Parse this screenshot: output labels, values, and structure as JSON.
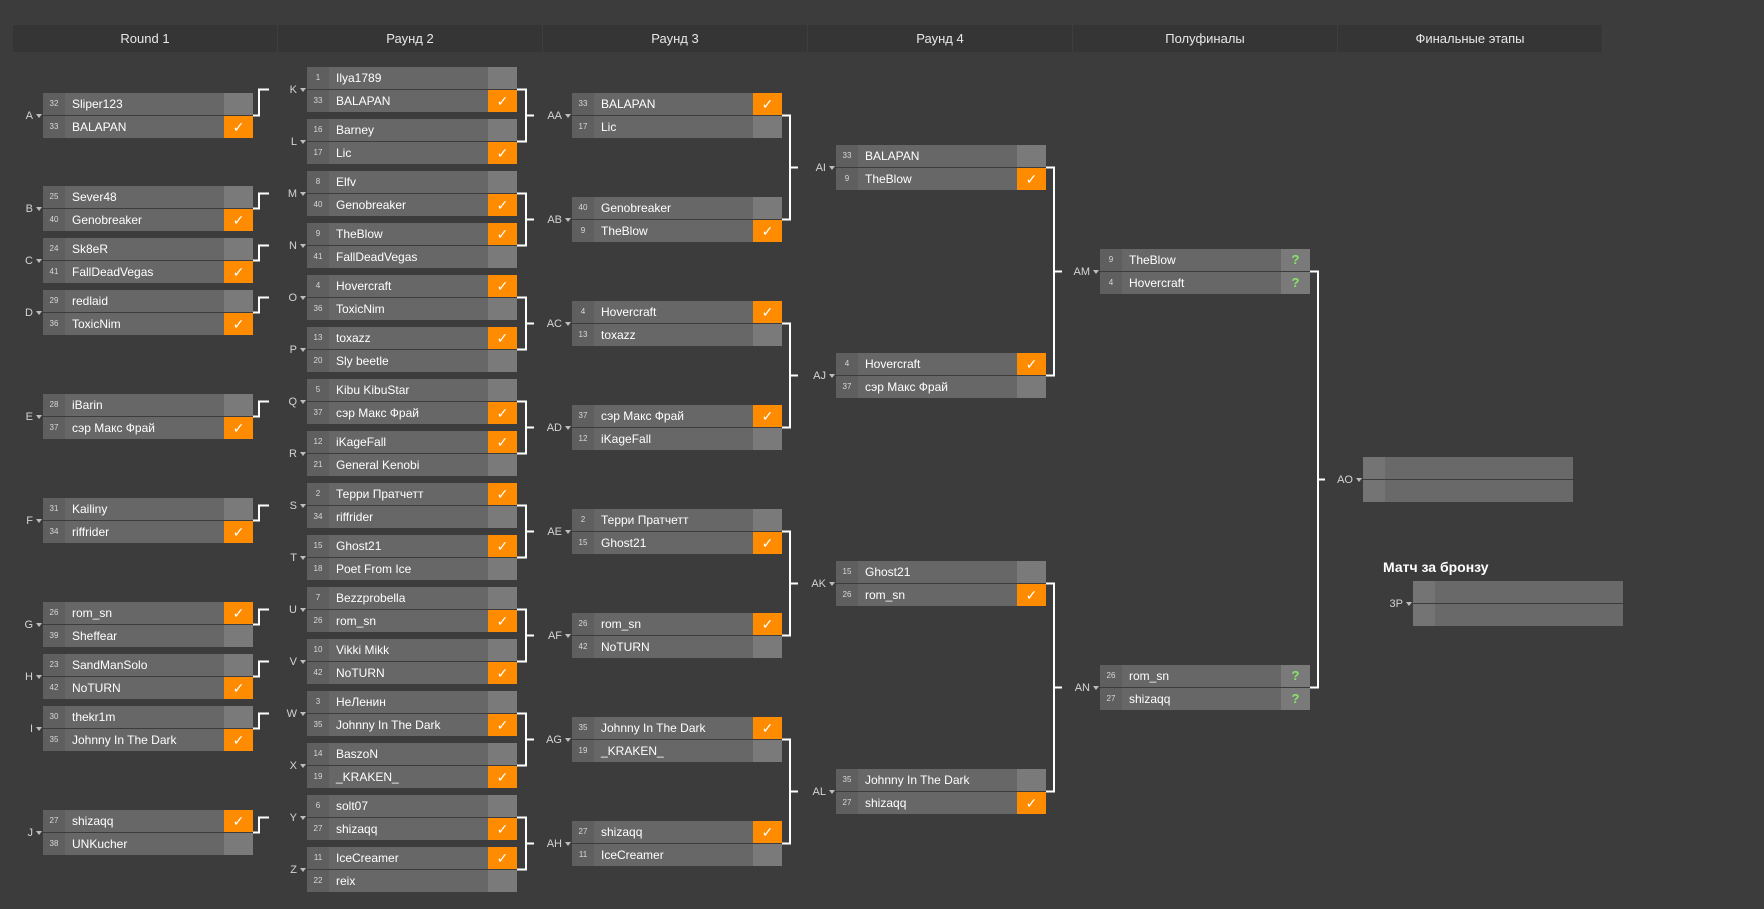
{
  "rounds": [
    "Round 1",
    "Раунд 2",
    "Раунд 3",
    "Раунд 4",
    "Полуфиналы",
    "Финальные этапы"
  ],
  "bronze_title": "Матч за бронзу",
  "check_mark": "✓",
  "unknown_mark": "?",
  "matches": [
    {
      "id": "A",
      "round": 1,
      "players": [
        {
          "seed": "32",
          "name": "Sliper123",
          "result": "lose"
        },
        {
          "seed": "33",
          "name": "BALAPAN",
          "result": "win"
        }
      ]
    },
    {
      "id": "B",
      "round": 1,
      "players": [
        {
          "seed": "25",
          "name": "Sever48",
          "result": "lose"
        },
        {
          "seed": "40",
          "name": "Genobreaker",
          "result": "win"
        }
      ]
    },
    {
      "id": "C",
      "round": 1,
      "players": [
        {
          "seed": "24",
          "name": "Sk8eR",
          "result": "lose"
        },
        {
          "seed": "41",
          "name": "FallDeadVegas",
          "result": "win"
        }
      ]
    },
    {
      "id": "D",
      "round": 1,
      "players": [
        {
          "seed": "29",
          "name": "redlaid",
          "result": "lose"
        },
        {
          "seed": "36",
          "name": "ToxicNim",
          "result": "win"
        }
      ]
    },
    {
      "id": "E",
      "round": 1,
      "players": [
        {
          "seed": "28",
          "name": "iBarin",
          "result": "lose"
        },
        {
          "seed": "37",
          "name": "сэр Макс Фрай",
          "result": "win"
        }
      ]
    },
    {
      "id": "F",
      "round": 1,
      "players": [
        {
          "seed": "31",
          "name": "Kailiny",
          "result": "lose"
        },
        {
          "seed": "34",
          "name": "riffrider",
          "result": "win"
        }
      ]
    },
    {
      "id": "G",
      "round": 1,
      "players": [
        {
          "seed": "26",
          "name": "rom_sn",
          "result": "win"
        },
        {
          "seed": "39",
          "name": "Sheffear",
          "result": "lose"
        }
      ]
    },
    {
      "id": "H",
      "round": 1,
      "players": [
        {
          "seed": "23",
          "name": "SandManSolo",
          "result": "lose"
        },
        {
          "seed": "42",
          "name": "NoTURN",
          "result": "win"
        }
      ]
    },
    {
      "id": "I",
      "round": 1,
      "players": [
        {
          "seed": "30",
          "name": "thekr1m",
          "result": "lose"
        },
        {
          "seed": "35",
          "name": "Johnny In The Dark",
          "result": "win"
        }
      ]
    },
    {
      "id": "J",
      "round": 1,
      "players": [
        {
          "seed": "27",
          "name": "shizaqq",
          "result": "win"
        },
        {
          "seed": "38",
          "name": "UNKucher",
          "result": "lose"
        }
      ]
    },
    {
      "id": "K",
      "round": 2,
      "players": [
        {
          "seed": "1",
          "name": "Ilya1789",
          "result": "lose"
        },
        {
          "seed": "33",
          "name": "BALAPAN",
          "result": "win"
        }
      ]
    },
    {
      "id": "L",
      "round": 2,
      "players": [
        {
          "seed": "16",
          "name": "Barney",
          "result": "lose"
        },
        {
          "seed": "17",
          "name": "Lic",
          "result": "win"
        }
      ]
    },
    {
      "id": "M",
      "round": 2,
      "players": [
        {
          "seed": "8",
          "name": "Elfv",
          "result": "lose"
        },
        {
          "seed": "40",
          "name": "Genobreaker",
          "result": "win"
        }
      ]
    },
    {
      "id": "N",
      "round": 2,
      "players": [
        {
          "seed": "9",
          "name": "TheBlow",
          "result": "win"
        },
        {
          "seed": "41",
          "name": "FallDeadVegas",
          "result": "lose"
        }
      ]
    },
    {
      "id": "O",
      "round": 2,
      "players": [
        {
          "seed": "4",
          "name": "Hovercraft",
          "result": "win"
        },
        {
          "seed": "36",
          "name": "ToxicNim",
          "result": "lose"
        }
      ]
    },
    {
      "id": "P",
      "round": 2,
      "players": [
        {
          "seed": "13",
          "name": "toxazz",
          "result": "win"
        },
        {
          "seed": "20",
          "name": "Sly beetle",
          "result": "lose"
        }
      ]
    },
    {
      "id": "Q",
      "round": 2,
      "players": [
        {
          "seed": "5",
          "name": "Kibu KibuStar",
          "result": "lose"
        },
        {
          "seed": "37",
          "name": "сэр Макс Фрай",
          "result": "win"
        }
      ]
    },
    {
      "id": "R",
      "round": 2,
      "players": [
        {
          "seed": "12",
          "name": "iKageFall",
          "result": "win"
        },
        {
          "seed": "21",
          "name": "General Kenobi",
          "result": "lose"
        }
      ]
    },
    {
      "id": "S",
      "round": 2,
      "players": [
        {
          "seed": "2",
          "name": "Терри Пратчетт",
          "result": "win"
        },
        {
          "seed": "34",
          "name": "riffrider",
          "result": "lose"
        }
      ]
    },
    {
      "id": "T",
      "round": 2,
      "players": [
        {
          "seed": "15",
          "name": "Ghost21",
          "result": "win"
        },
        {
          "seed": "18",
          "name": "Poet From Ice",
          "result": "lose"
        }
      ]
    },
    {
      "id": "U",
      "round": 2,
      "players": [
        {
          "seed": "7",
          "name": "Bezzprobella",
          "result": "lose"
        },
        {
          "seed": "26",
          "name": "rom_sn",
          "result": "win"
        }
      ]
    },
    {
      "id": "V",
      "round": 2,
      "players": [
        {
          "seed": "10",
          "name": "Vikki Mikk",
          "result": "lose"
        },
        {
          "seed": "42",
          "name": "NoTURN",
          "result": "win"
        }
      ]
    },
    {
      "id": "W",
      "round": 2,
      "players": [
        {
          "seed": "3",
          "name": "НеЛенин",
          "result": "lose"
        },
        {
          "seed": "35",
          "name": "Johnny In The Dark",
          "result": "win"
        }
      ]
    },
    {
      "id": "X",
      "round": 2,
      "players": [
        {
          "seed": "14",
          "name": "BaszoN",
          "result": "lose"
        },
        {
          "seed": "19",
          "name": "_KRAKEN_",
          "result": "win"
        }
      ]
    },
    {
      "id": "Y",
      "round": 2,
      "players": [
        {
          "seed": "6",
          "name": "solt07",
          "result": "lose"
        },
        {
          "seed": "27",
          "name": "shizaqq",
          "result": "win"
        }
      ]
    },
    {
      "id": "Z",
      "round": 2,
      "players": [
        {
          "seed": "11",
          "name": "IceCreamer",
          "result": "win"
        },
        {
          "seed": "22",
          "name": "reix",
          "result": "lose"
        }
      ]
    },
    {
      "id": "AA",
      "round": 3,
      "players": [
        {
          "seed": "33",
          "name": "BALAPAN",
          "result": "win"
        },
        {
          "seed": "17",
          "name": "Lic",
          "result": "lose"
        }
      ]
    },
    {
      "id": "AB",
      "round": 3,
      "players": [
        {
          "seed": "40",
          "name": "Genobreaker",
          "result": "lose"
        },
        {
          "seed": "9",
          "name": "TheBlow",
          "result": "win"
        }
      ]
    },
    {
      "id": "AC",
      "round": 3,
      "players": [
        {
          "seed": "4",
          "name": "Hovercraft",
          "result": "win"
        },
        {
          "seed": "13",
          "name": "toxazz",
          "result": "lose"
        }
      ]
    },
    {
      "id": "AD",
      "round": 3,
      "players": [
        {
          "seed": "37",
          "name": "сэр Макс Фрай",
          "result": "win"
        },
        {
          "seed": "12",
          "name": "iKageFall",
          "result": "lose"
        }
      ]
    },
    {
      "id": "AE",
      "round": 3,
      "players": [
        {
          "seed": "2",
          "name": "Терри Пратчетт",
          "result": "lose"
        },
        {
          "seed": "15",
          "name": "Ghost21",
          "result": "win"
        }
      ]
    },
    {
      "id": "AF",
      "round": 3,
      "players": [
        {
          "seed": "26",
          "name": "rom_sn",
          "result": "win"
        },
        {
          "seed": "42",
          "name": "NoTURN",
          "result": "lose"
        }
      ]
    },
    {
      "id": "AG",
      "round": 3,
      "players": [
        {
          "seed": "35",
          "name": "Johnny In The Dark",
          "result": "win"
        },
        {
          "seed": "19",
          "name": "_KRAKEN_",
          "result": "lose"
        }
      ]
    },
    {
      "id": "AH",
      "round": 3,
      "players": [
        {
          "seed": "27",
          "name": "shizaqq",
          "result": "win"
        },
        {
          "seed": "11",
          "name": "IceCreamer",
          "result": "lose"
        }
      ]
    },
    {
      "id": "AI",
      "round": 4,
      "players": [
        {
          "seed": "33",
          "name": "BALAPAN",
          "result": "lose"
        },
        {
          "seed": "9",
          "name": "TheBlow",
          "result": "win"
        }
      ]
    },
    {
      "id": "AJ",
      "round": 4,
      "players": [
        {
          "seed": "4",
          "name": "Hovercraft",
          "result": "win"
        },
        {
          "seed": "37",
          "name": "сэр Макс Фрай",
          "result": "lose"
        }
      ]
    },
    {
      "id": "AK",
      "round": 4,
      "players": [
        {
          "seed": "15",
          "name": "Ghost21",
          "result": "lose"
        },
        {
          "seed": "26",
          "name": "rom_sn",
          "result": "win"
        }
      ]
    },
    {
      "id": "AL",
      "round": 4,
      "players": [
        {
          "seed": "35",
          "name": "Johnny In The Dark",
          "result": "lose"
        },
        {
          "seed": "27",
          "name": "shizaqq",
          "result": "win"
        }
      ]
    },
    {
      "id": "AM",
      "round": 5,
      "players": [
        {
          "seed": "9",
          "name": "TheBlow",
          "result": "unknown"
        },
        {
          "seed": "4",
          "name": "Hovercraft",
          "result": "unknown"
        }
      ]
    },
    {
      "id": "AN",
      "round": 5,
      "players": [
        {
          "seed": "26",
          "name": "rom_sn",
          "result": "unknown"
        },
        {
          "seed": "27",
          "name": "shizaqq",
          "result": "unknown"
        }
      ]
    }
  ],
  "final_matches": [
    {
      "id": "AO",
      "players": [
        {
          "seed": "",
          "name": ""
        },
        {
          "seed": "",
          "name": ""
        }
      ]
    },
    {
      "id": "3P",
      "players": [
        {
          "seed": "",
          "name": ""
        },
        {
          "seed": "",
          "name": ""
        }
      ]
    }
  ],
  "colors": {
    "background": "#3c3c3c",
    "header": "#353535",
    "slot": "#676767",
    "seed": "#5f5f5f",
    "win": "#ff8c00",
    "result": "#7a7a7a",
    "unknown": "#88e36a",
    "connector": "#ffffff"
  }
}
